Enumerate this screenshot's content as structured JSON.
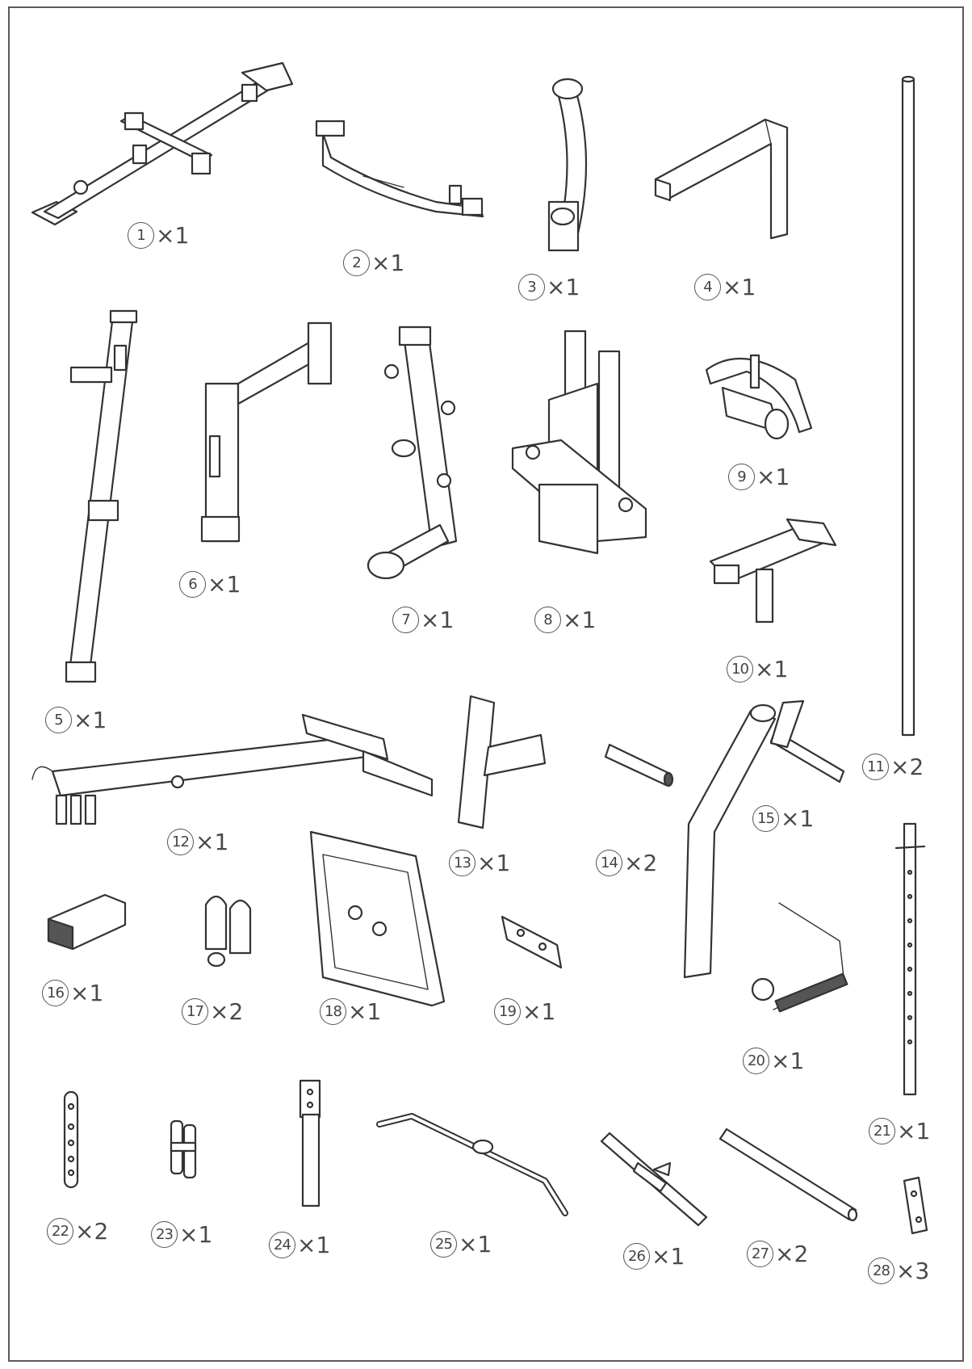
{
  "parts": [
    {
      "id": "1",
      "name": "part-1",
      "qty_label": "×1"
    },
    {
      "id": "2",
      "name": "part-2",
      "qty_label": "×1"
    },
    {
      "id": "3",
      "name": "part-3",
      "qty_label": "×1"
    },
    {
      "id": "4",
      "name": "part-4",
      "qty_label": "×1"
    },
    {
      "id": "5",
      "name": "part-5",
      "qty_label": "×1"
    },
    {
      "id": "6",
      "name": "part-6",
      "qty_label": "×1"
    },
    {
      "id": "7",
      "name": "part-7",
      "qty_label": "×1"
    },
    {
      "id": "8",
      "name": "part-8",
      "qty_label": "×1"
    },
    {
      "id": "9",
      "name": "part-9",
      "qty_label": "×1"
    },
    {
      "id": "10",
      "name": "part-10",
      "qty_label": "×1"
    },
    {
      "id": "11",
      "name": "part-11",
      "qty_label": "×2"
    },
    {
      "id": "12",
      "name": "part-12",
      "qty_label": "×1"
    },
    {
      "id": "13",
      "name": "part-13",
      "qty_label": "×1"
    },
    {
      "id": "14",
      "name": "part-14",
      "qty_label": "×2"
    },
    {
      "id": "15",
      "name": "part-15",
      "qty_label": "×1"
    },
    {
      "id": "16",
      "name": "part-16",
      "qty_label": "×1"
    },
    {
      "id": "17",
      "name": "part-17",
      "qty_label": "×2"
    },
    {
      "id": "18",
      "name": "part-18",
      "qty_label": "×1"
    },
    {
      "id": "19",
      "name": "part-19",
      "qty_label": "×1"
    },
    {
      "id": "20",
      "name": "part-20",
      "qty_label": "×1"
    },
    {
      "id": "21",
      "name": "part-21",
      "qty_label": "×1"
    },
    {
      "id": "22",
      "name": "part-22",
      "qty_label": "×2"
    },
    {
      "id": "23",
      "name": "part-23",
      "qty_label": "×1"
    },
    {
      "id": "24",
      "name": "part-24",
      "qty_label": "×1"
    },
    {
      "id": "25",
      "name": "part-25",
      "qty_label": "×1"
    },
    {
      "id": "26",
      "name": "part-26",
      "qty_label": "×1"
    },
    {
      "id": "27",
      "name": "part-27",
      "qty_label": "×2"
    },
    {
      "id": "28",
      "name": "part-28",
      "qty_label": "×3"
    }
  ]
}
